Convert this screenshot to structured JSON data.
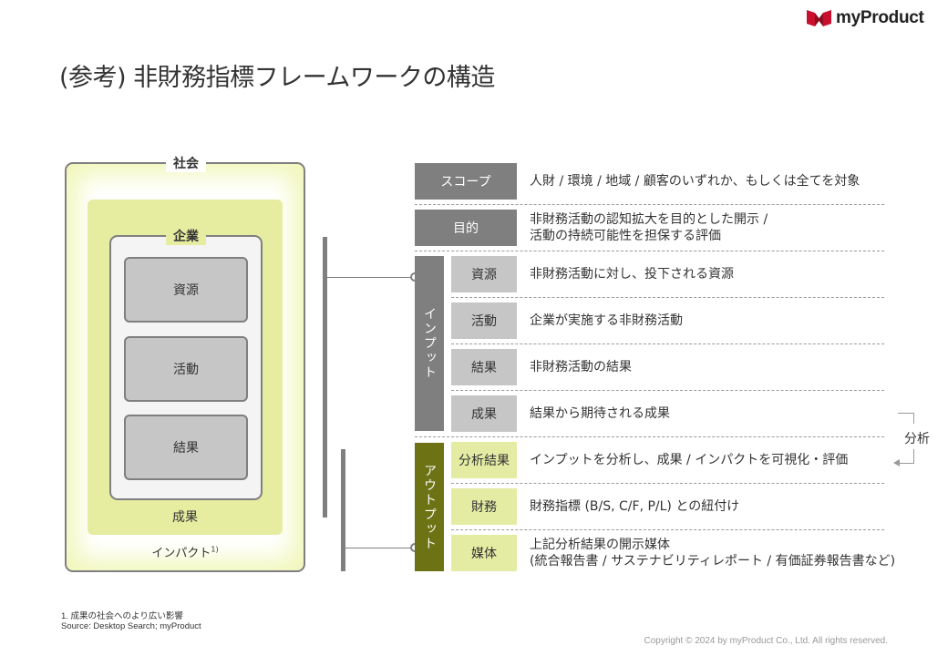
{
  "brand": {
    "name": "myProduct"
  },
  "title": "(参考) 非財務指標フレームワークの構造",
  "left_diagram": {
    "society_label": "社会",
    "enterprise_label": "企業",
    "boxes": [
      "資源",
      "活動",
      "結果"
    ],
    "outcome_label": "成果",
    "impact_label": "インパクト",
    "impact_superscript": "1)"
  },
  "framework": {
    "scope": {
      "label": "スコープ",
      "desc": "人財 / 環境 / 地域 / 顧客のいずれか、もしくは全てを対象"
    },
    "purpose": {
      "label": "目的",
      "desc_line1": "非財務活動の認知拡大を目的とした開示 /",
      "desc_line2": "活動の持続可能性を担保する評価"
    },
    "input_label": "インプット",
    "inputs": [
      {
        "label": "資源",
        "desc": "非財務活動に対し、投下される資源"
      },
      {
        "label": "活動",
        "desc": "企業が実施する非財務活動"
      },
      {
        "label": "結果",
        "desc": "非財務活動の結果"
      },
      {
        "label": "成果",
        "desc": "結果から期待される成果"
      }
    ],
    "output_label": "アウトプット",
    "outputs": [
      {
        "label": "分析結果",
        "desc_line1": "インプットを分析し、成果 / インパクトを可視化・評価",
        "desc_line2": ""
      },
      {
        "label": "財務",
        "desc_line1": "財務指標 (B/S, C/F, P/L) との紐付け",
        "desc_line2": ""
      },
      {
        "label": "媒体",
        "desc_line1": "上記分析結果の開示媒体",
        "desc_line2": "(統合報告書 / サステナビリティレポート / 有価証券報告書など)"
      }
    ],
    "analysis_label": "分析"
  },
  "footnote": {
    "line1": "1. 成果の社会へのより広い影響",
    "line2": "Source: Desktop Search; myProduct"
  },
  "copyright": "Copyright © 2024 by myProduct Co., Ltd.  All rights reserved.",
  "colors": {
    "gray_dark": "#7f7f7f",
    "gray_light": "#c6c6c6",
    "olive": "#6d7314",
    "lime_light": "#e4eca4",
    "brand_red": "#c8102e"
  }
}
